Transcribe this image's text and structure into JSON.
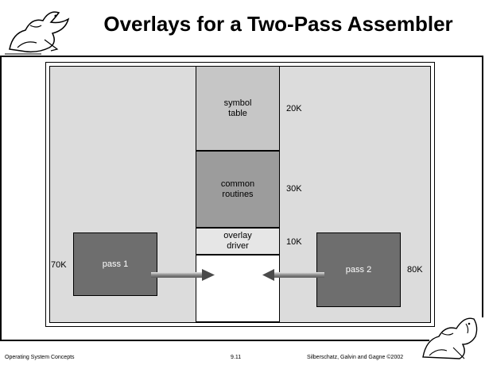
{
  "slide": {
    "title": "Overlays for a Two-Pass Assembler"
  },
  "diagram": {
    "memory_stack": [
      {
        "label_line1": "symbol",
        "label_line2": "table",
        "size": "20K",
        "color": "#c6c6c6"
      },
      {
        "label_line1": "common",
        "label_line2": "routines",
        "size": "30K",
        "color": "#9c9c9c"
      },
      {
        "label_line1": "overlay",
        "label_line2": "driver",
        "size": "10K",
        "color": "#e6e6e6"
      }
    ],
    "overlay_area_color": "#ffffff",
    "pass1": {
      "label": "pass 1",
      "size": "70K",
      "color": "#6e6e6e"
    },
    "pass2": {
      "label": "pass 2",
      "size": "80K",
      "color": "#6e6e6e"
    }
  },
  "footer": {
    "left": "Operating System Concepts",
    "center": "9.11",
    "right": "Silberschatz, Galvin and  Gagne ©2002"
  }
}
